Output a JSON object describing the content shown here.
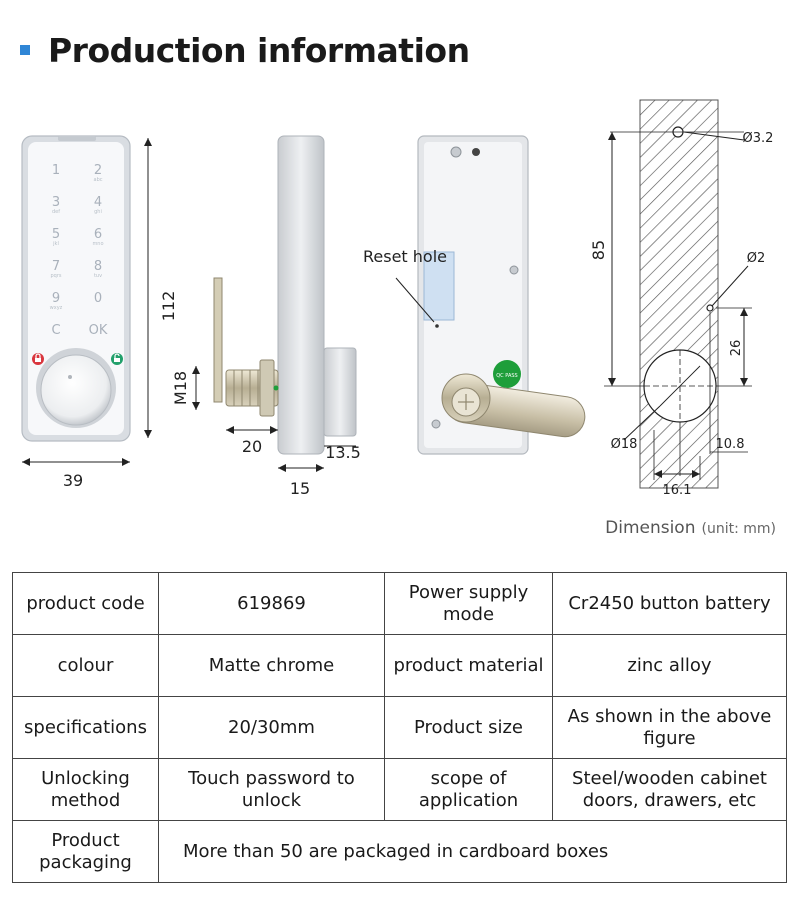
{
  "header": {
    "title": "Production information"
  },
  "dimensions": {
    "front_height": "112",
    "front_width": "39",
    "thread": "M18",
    "cam_length": "20",
    "knob_depth": "13.5",
    "body_depth": "15",
    "reset_hole": "Reset hole",
    "hole_small": "Ø3.2",
    "hole_pin": "Ø2",
    "hole_large": "Ø18",
    "vertical_85": "85",
    "vertical_26": "26",
    "offset_108": "10.8",
    "width_161": "16.1",
    "qc_badge": "QC PASS"
  },
  "keypad": {
    "keys": [
      {
        "label": "1",
        "sub": ""
      },
      {
        "label": "2",
        "sub": "abc"
      },
      {
        "label": "3",
        "sub": "def"
      },
      {
        "label": "4",
        "sub": "ghi"
      },
      {
        "label": "5",
        "sub": "jkl"
      },
      {
        "label": "6",
        "sub": "mno"
      },
      {
        "label": "7",
        "sub": "pqrs"
      },
      {
        "label": "8",
        "sub": "tuv"
      },
      {
        "label": "9",
        "sub": "wxyz"
      },
      {
        "label": "0",
        "sub": ""
      },
      {
        "label": "C",
        "sub": ""
      },
      {
        "label": "OK",
        "sub": ""
      }
    ]
  },
  "caption": {
    "text": "Dimension",
    "unit": "(unit: mm)"
  },
  "spec_table": {
    "rows": [
      [
        "product code",
        "619869",
        "Power supply mode",
        "Cr2450 button battery"
      ],
      [
        "colour",
        "Matte chrome",
        "product material",
        "zinc alloy"
      ],
      [
        "specifications",
        "20/30mm",
        "Product size",
        "As shown in the above figure"
      ],
      [
        "Unlocking method",
        "Touch password to unlock",
        "scope of application",
        "Steel/wooden cabinet doors, drawers, etc"
      ]
    ],
    "last_row": {
      "label": "Product packaging",
      "value": "More than 50 are packaged in cardboard boxes"
    }
  },
  "colors": {
    "accent": "#2f86d6",
    "lock_red": "#d9363e",
    "unlock_green": "#22a06b",
    "qc_green": "#1e9e3a"
  }
}
